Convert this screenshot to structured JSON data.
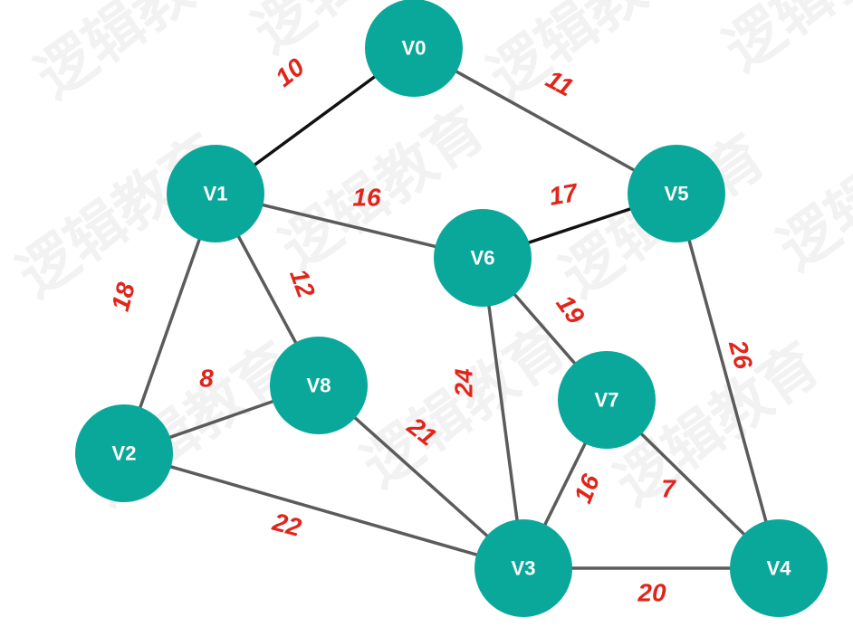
{
  "colors": {
    "node": "#0aa89a",
    "edge": "#5b5b5b",
    "highlight_edge": "#111111",
    "weight": "#e1251b"
  },
  "watermark": "逻辑教育",
  "nodes": [
    {
      "id": "V0",
      "label": "V0"
    },
    {
      "id": "V1",
      "label": "V1"
    },
    {
      "id": "V2",
      "label": "V2"
    },
    {
      "id": "V3",
      "label": "V3"
    },
    {
      "id": "V4",
      "label": "V4"
    },
    {
      "id": "V5",
      "label": "V5"
    },
    {
      "id": "V6",
      "label": "V6"
    },
    {
      "id": "V7",
      "label": "V7"
    },
    {
      "id": "V8",
      "label": "V8"
    }
  ],
  "edges": [
    {
      "from": "V0",
      "to": "V1",
      "weight": "10",
      "highlighted": true
    },
    {
      "from": "V0",
      "to": "V5",
      "weight": "11",
      "highlighted": false
    },
    {
      "from": "V1",
      "to": "V6",
      "weight": "16",
      "highlighted": false
    },
    {
      "from": "V5",
      "to": "V6",
      "weight": "17",
      "highlighted": true
    },
    {
      "from": "V1",
      "to": "V8",
      "weight": "12",
      "highlighted": false
    },
    {
      "from": "V1",
      "to": "V2",
      "weight": "18",
      "highlighted": false
    },
    {
      "from": "V2",
      "to": "V8",
      "weight": "8",
      "highlighted": false
    },
    {
      "from": "V6",
      "to": "V7",
      "weight": "19",
      "highlighted": false
    },
    {
      "from": "V5",
      "to": "V4",
      "weight": "26",
      "highlighted": false
    },
    {
      "from": "V8",
      "to": "V3",
      "weight": "21",
      "highlighted": false
    },
    {
      "from": "V6",
      "to": "V3",
      "weight": "24",
      "highlighted": false
    },
    {
      "from": "V2",
      "to": "V3",
      "weight": "22",
      "highlighted": false
    },
    {
      "from": "V7",
      "to": "V3",
      "weight": "16",
      "highlighted": false
    },
    {
      "from": "V7",
      "to": "V4",
      "weight": "7",
      "highlighted": false
    },
    {
      "from": "V3",
      "to": "V4",
      "weight": "20",
      "highlighted": false
    }
  ]
}
